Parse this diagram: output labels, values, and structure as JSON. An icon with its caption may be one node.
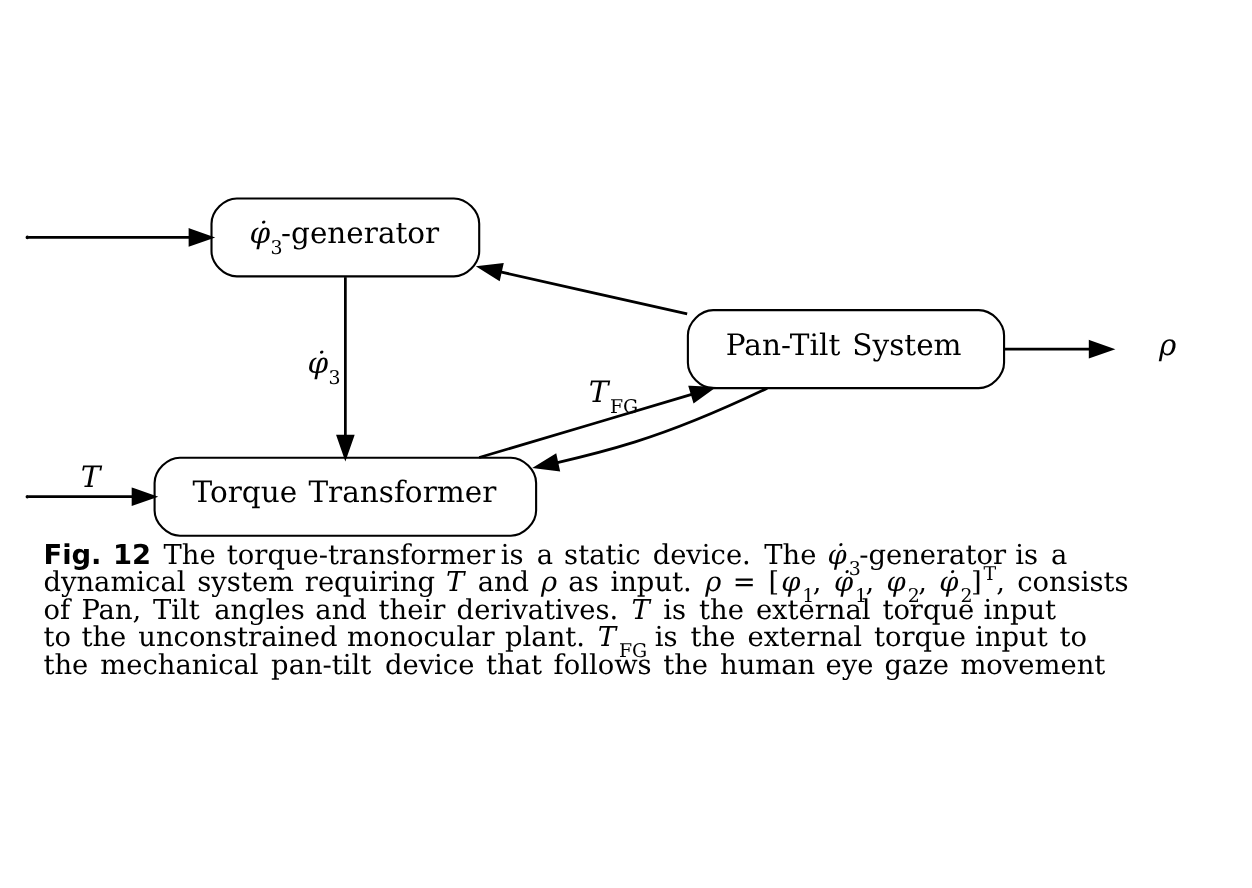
{
  "diagram": {
    "caption": "**Fig. 12** The torque-transformer is a static device. The *φ̇*$_{3}$-generator is a dynamical system requiring *T* and *ρ* as input. *ρ* = [*φ*$_{1}$, *φ̇*$_{1}$, *φ*$_{2}$, *φ̇*$_{2}$]$^{T}$, consists of Pan, Tilt angles and their derivatives. *T* is the external torque input to the unconstrained monocular plant. *T*$_{FG}$ is the external torque input to the mechanical pan-tilt device that follows the human eye gaze movement",
    "nodes": [
      {
        "text": [
          "Torque Transformer"
        ]
      },
      {
        "text": [
          "Pan-Tilt System"
        ]
      },
      {
        "text": [
          "*φ̇*$_{3}$-generator"
        ]
      },
      {
        "text": [
          "*ρ*"
        ]
      }
    ],
    "edges": [
      {
        "from": null,
        "to": 0,
        "arrow": "to",
        "label": "*T*"
      },
      {
        "from": null,
        "to": 2,
        "arrow": "to"
      },
      {
        "from": 0,
        "to": 1,
        "arrow": "to",
        "label": "*T*$_{FG}$"
      },
      {
        "from": 1,
        "to": 3,
        "arrow": "to"
      },
      {
        "from": 2,
        "to": 0,
        "arrow": "to",
        "label": "*φ̇*$_{3}$"
      },
      {
        "from": 1,
        "to": 0,
        "arrow": "to"
      },
      {
        "from": 1,
        "to": 2,
        "arrow": "to"
      }
    ]
  }
}
